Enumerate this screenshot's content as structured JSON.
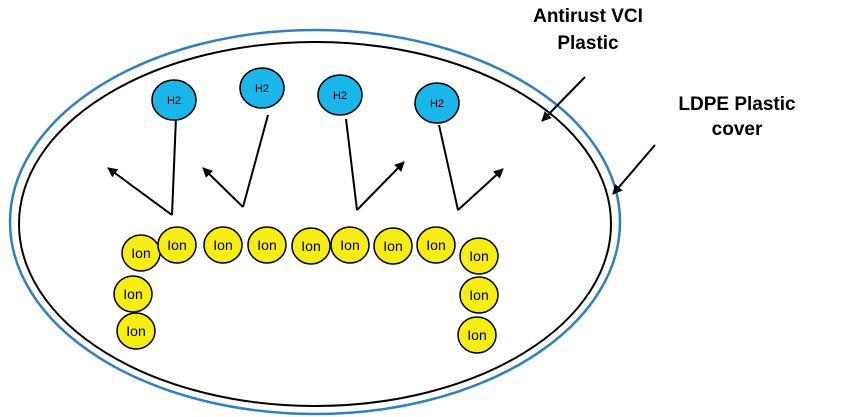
{
  "labels": {
    "vci_line1": "Antirust VCI",
    "vci_line2": "Plastic",
    "ldpe_line1": "LDPE Plastic",
    "ldpe_line2": "cover"
  },
  "h2_label": "H2",
  "ion_label": "Ion",
  "colors": {
    "outer_ring": "#2f7fc1",
    "inner_ring": "#000000",
    "h2_fill": "#1ab6ea",
    "ion_fill": "#f6ec16",
    "stroke": "#000000"
  }
}
